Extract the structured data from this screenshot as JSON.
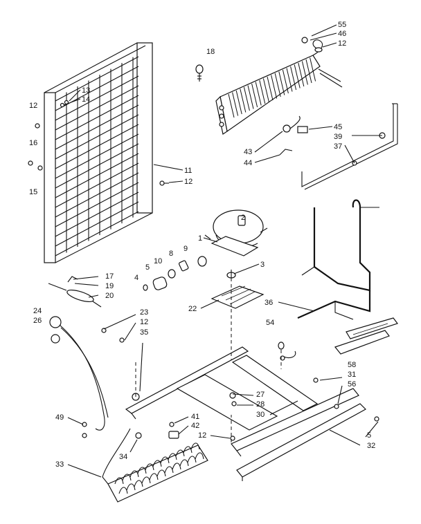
{
  "labels": {
    "l55": "55",
    "l46": "46",
    "l12a": "12",
    "l18": "18",
    "l13": "13",
    "l14": "14",
    "l12b": "12",
    "l16": "16",
    "l15": "15",
    "l11": "11",
    "l12c": "12",
    "l45": "45",
    "l39": "39",
    "l37": "37",
    "l43": "43",
    "l44": "44",
    "l2": "2",
    "l1": "1",
    "l8": "8",
    "l9": "9",
    "l10": "10",
    "l5": "5",
    "l4": "4",
    "l3": "3",
    "l17": "17",
    "l19": "19",
    "l20": "20",
    "l22": "22",
    "l36": "36",
    "l24": "24",
    "l26": "26",
    "l23": "23",
    "l12d": "12",
    "l35": "35",
    "l54": "54",
    "l58": "58",
    "l31": "31",
    "l56": "56",
    "l27": "27",
    "l28": "28",
    "l30": "30",
    "l49": "49",
    "l41": "41",
    "l42": "42",
    "l12e": "12",
    "l5b": "5",
    "l32": "32",
    "l34": "34",
    "l33": "33"
  }
}
